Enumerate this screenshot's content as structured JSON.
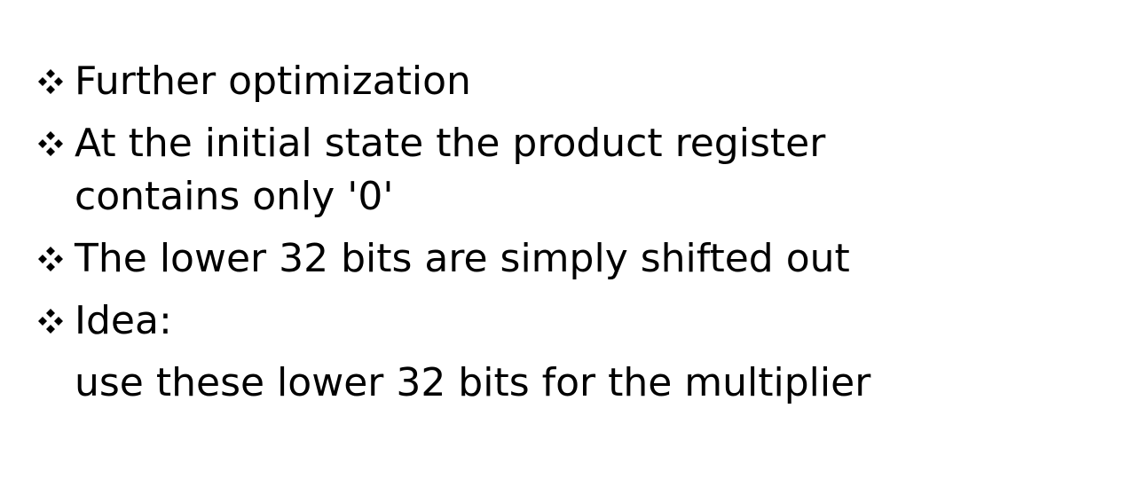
{
  "bullets": [
    {
      "text": "Further optimization",
      "icon": "diamond-bullet-icon"
    },
    {
      "text": "At the initial state the product register contains only '0'",
      "icon": "diamond-bullet-icon"
    },
    {
      "text": "The lower 32 bits are simply shifted out",
      "icon": "diamond-bullet-icon"
    },
    {
      "text": "Idea:",
      "icon": "diamond-bullet-icon"
    }
  ],
  "continuation": "use these lower 32 bits for the multiplier"
}
